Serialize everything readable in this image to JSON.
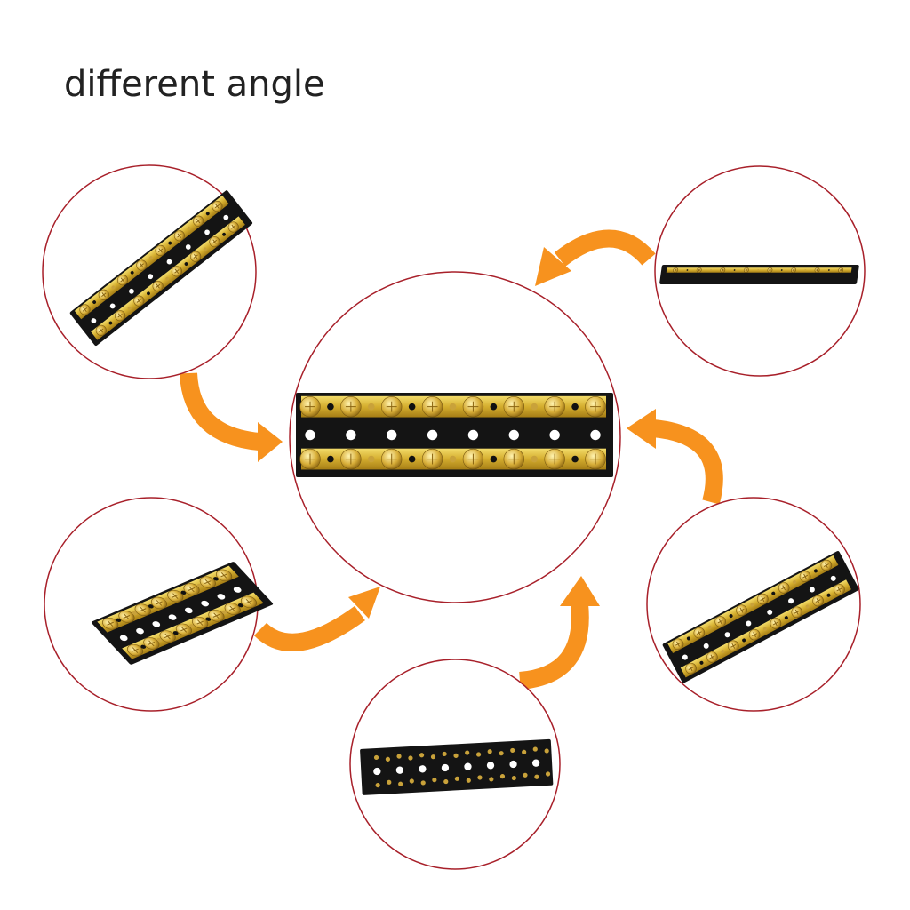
{
  "title": "different angle",
  "colors": {
    "circle_stroke": "#a8202a",
    "arrow": "#f7921e",
    "brass": "#d9b43a",
    "base": "#141414"
  },
  "views": [
    "top-left-angled",
    "top-right-side",
    "center-top",
    "mid-left-angled",
    "mid-right-angled",
    "bottom-underside"
  ]
}
